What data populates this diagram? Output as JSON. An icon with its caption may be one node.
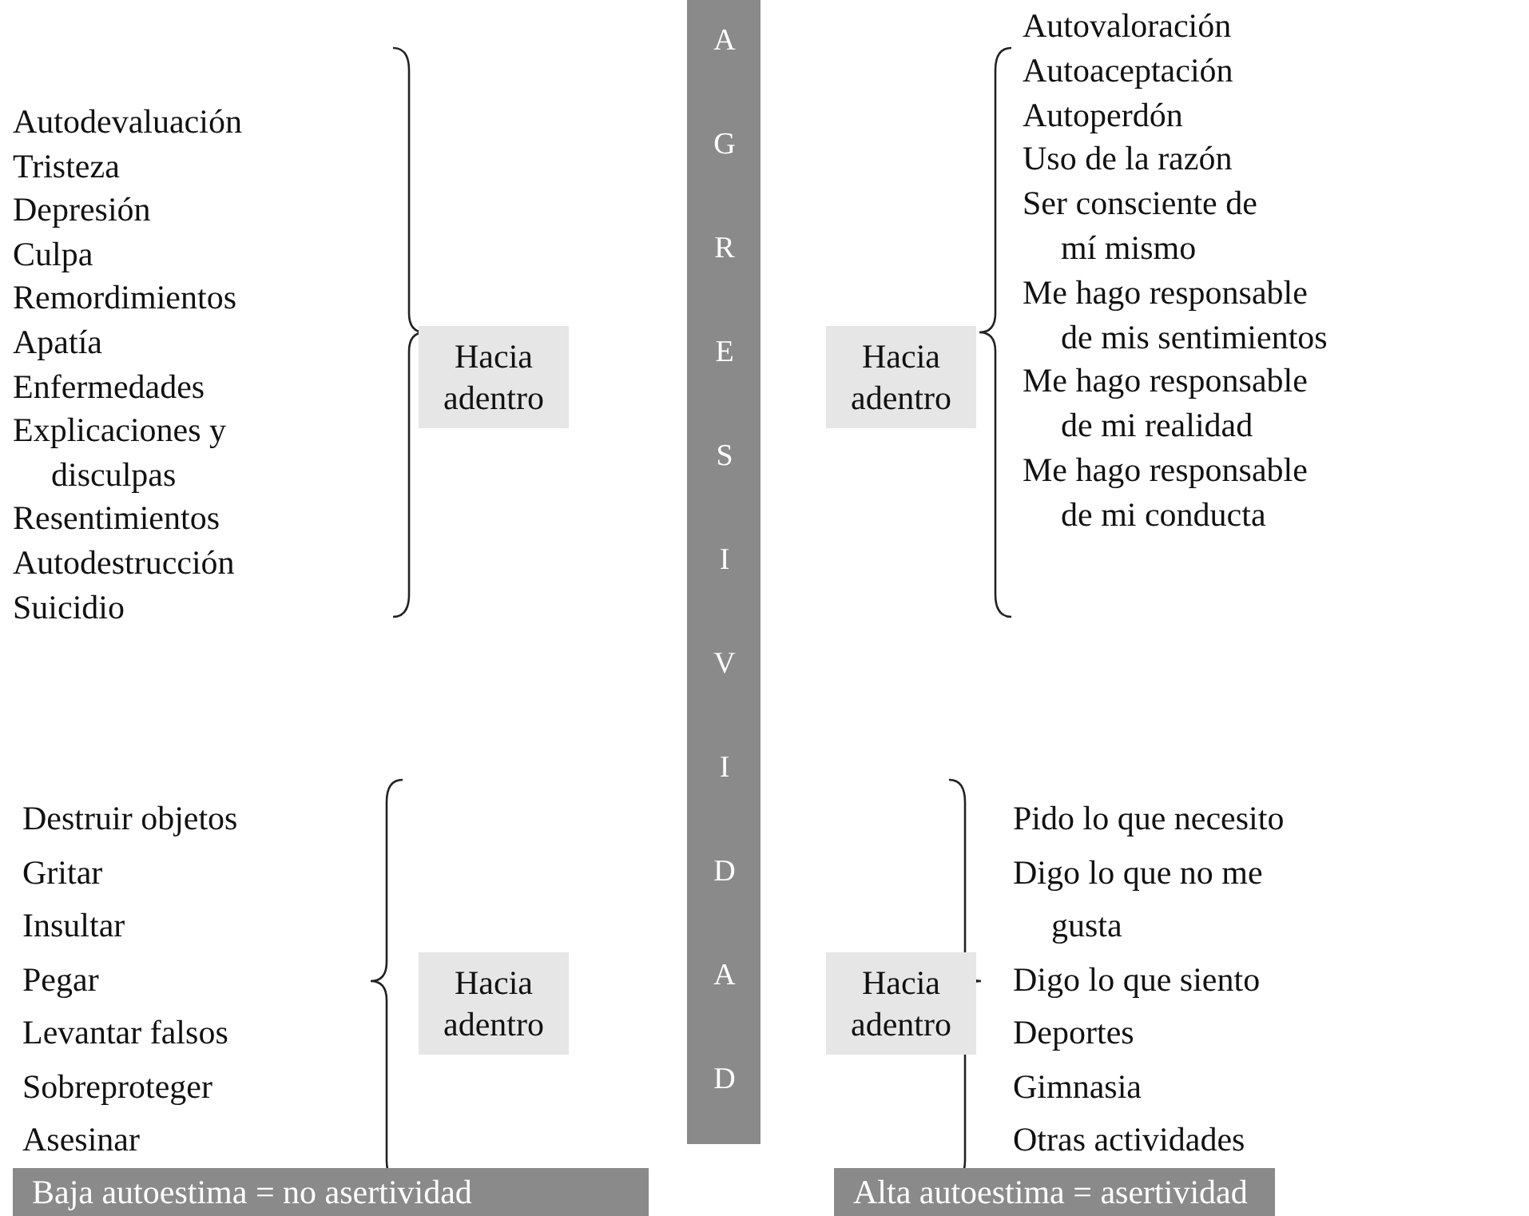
{
  "diagram": {
    "nodes": [
      {
        "text": [
          "AGRESIVIDAD"
        ]
      },
      {
        "text": [
          "Hacia adentro"
        ]
      },
      {
        "text": [
          "Hacia adentro"
        ]
      },
      {
        "text": [
          "Hacia adentro"
        ]
      },
      {
        "text": [
          "Hacia adentro"
        ]
      },
      {
        "text": [
          "Baja autoestima = no asertividad"
        ]
      },
      {
        "text": [
          "Alta autoestima = asertividad"
        ]
      }
    ],
    "labels": [
      "Autodevaluación",
      "Tristeza",
      "Depresión",
      "Culpa",
      "Remordimientos",
      "Apatía",
      "Enfermedades",
      "Explicaciones y disculpas",
      "Resentimientos",
      "Autodestrucción",
      "Suicidio",
      "Autovaloración",
      "Autoaceptación",
      "Autoperdón",
      "Uso de la razón",
      "Ser consciente de mí mismo",
      "Me hago responsable de mis sentimientos",
      "Me hago responsable de mi realidad",
      "Me hago responsable de mi conducta",
      "Destruir objetos",
      "Gritar",
      "Insultar",
      "Pegar",
      "Levantar falsos",
      "Sobreproteger",
      "Asesinar",
      "Pido lo que necesito",
      "Digo lo que no me gusta",
      "Digo lo que siento",
      "Deportes",
      "Gimnasia",
      "Otras actividades"
    ]
  }
}
